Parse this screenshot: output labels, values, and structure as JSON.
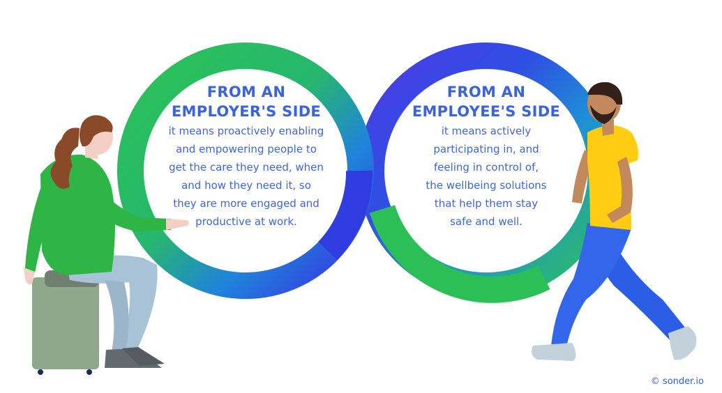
{
  "employer": {
    "heading": [
      "FROM AN",
      "EMPLOYER'S SIDE"
    ],
    "body": [
      "it means proactively enabling",
      "and empowering people to",
      "get the care they need, when",
      "and how they need it, so",
      "they are more engaged and",
      "productive at work."
    ]
  },
  "employee": {
    "heading": [
      "FROM AN",
      "EMPLOYEE'S SIDE"
    ],
    "body": [
      "it means actively",
      "participating in, and",
      "feeling in control of,",
      "the wellbeing solutions",
      "that help them stay",
      "safe and well."
    ]
  },
  "copyright": "© sonder.io",
  "colors": {
    "green": "#2bbd55",
    "blue": "#3a3fe0",
    "teal": "#1f8fd6",
    "text_blue": "#3a63dc"
  }
}
